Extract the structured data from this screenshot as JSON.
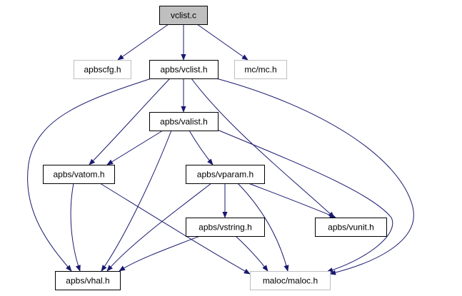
{
  "graph": {
    "colors": {
      "edge": "#191970",
      "node_border": "#000000",
      "node_border_missing": "#bfbfbf",
      "root_fill": "#bfbfbf",
      "node_fill": "#ffffff"
    },
    "nodes": [
      {
        "id": "vclist_c",
        "label": "vclist.c",
        "kind": "root"
      },
      {
        "id": "apbscfg_h",
        "label": "apbscfg.h",
        "kind": "missing"
      },
      {
        "id": "apbs_vclist_h",
        "label": "apbs/vclist.h",
        "kind": "normal"
      },
      {
        "id": "mc_mc_h",
        "label": "mc/mc.h",
        "kind": "missing"
      },
      {
        "id": "apbs_valist_h",
        "label": "apbs/valist.h",
        "kind": "normal"
      },
      {
        "id": "apbs_vatom_h",
        "label": "apbs/vatom.h",
        "kind": "normal"
      },
      {
        "id": "apbs_vparam_h",
        "label": "apbs/vparam.h",
        "kind": "normal"
      },
      {
        "id": "apbs_vstring_h",
        "label": "apbs/vstring.h",
        "kind": "normal"
      },
      {
        "id": "apbs_vunit_h",
        "label": "apbs/vunit.h",
        "kind": "normal"
      },
      {
        "id": "apbs_vhal_h",
        "label": "apbs/vhal.h",
        "kind": "normal"
      },
      {
        "id": "maloc_maloc_h",
        "label": "maloc/maloc.h",
        "kind": "missing"
      }
    ],
    "edges": [
      {
        "from": "vclist_c",
        "to": "apbscfg_h"
      },
      {
        "from": "vclist_c",
        "to": "apbs_vclist_h"
      },
      {
        "from": "vclist_c",
        "to": "mc_mc_h"
      },
      {
        "from": "apbs_vclist_h",
        "to": "apbs_valist_h"
      },
      {
        "from": "apbs_vclist_h",
        "to": "apbs_vatom_h"
      },
      {
        "from": "apbs_vclist_h",
        "to": "apbs_vhal_h"
      },
      {
        "from": "apbs_vclist_h",
        "to": "apbs_vunit_h"
      },
      {
        "from": "apbs_vclist_h",
        "to": "maloc_maloc_h"
      },
      {
        "from": "apbs_valist_h",
        "to": "apbs_vatom_h"
      },
      {
        "from": "apbs_valist_h",
        "to": "apbs_vparam_h"
      },
      {
        "from": "apbs_valist_h",
        "to": "apbs_vhal_h"
      },
      {
        "from": "apbs_valist_h",
        "to": "maloc_maloc_h"
      },
      {
        "from": "apbs_vatom_h",
        "to": "apbs_vhal_h"
      },
      {
        "from": "apbs_vatom_h",
        "to": "maloc_maloc_h"
      },
      {
        "from": "apbs_vparam_h",
        "to": "apbs_vstring_h"
      },
      {
        "from": "apbs_vparam_h",
        "to": "apbs_vunit_h"
      },
      {
        "from": "apbs_vparam_h",
        "to": "apbs_vhal_h"
      },
      {
        "from": "apbs_vparam_h",
        "to": "maloc_maloc_h"
      },
      {
        "from": "apbs_vstring_h",
        "to": "apbs_vhal_h"
      },
      {
        "from": "apbs_vstring_h",
        "to": "maloc_maloc_h"
      }
    ]
  }
}
